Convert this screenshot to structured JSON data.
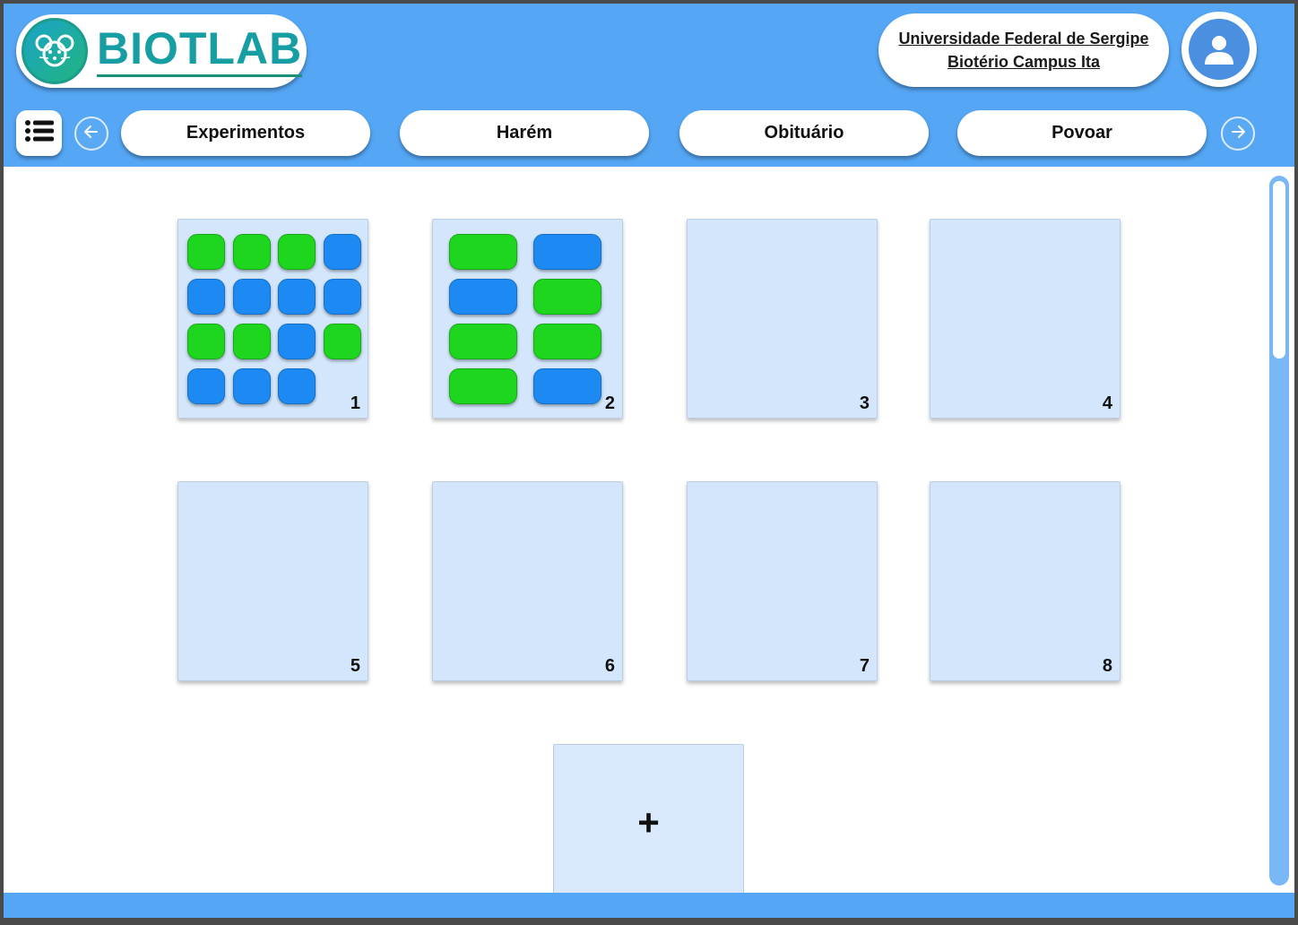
{
  "app": {
    "logo_text": "BIOTLAB",
    "accent": "#55a6f5",
    "logo_icon": "mouse-icon"
  },
  "institution": {
    "line1": "Universidade Federal de Sergipe",
    "line2": "Biotério Campus Ita"
  },
  "user": {
    "icon": "user-icon"
  },
  "nav": {
    "menu_icon": "list-icon",
    "prev_icon": "arrow-left-icon",
    "next_icon": "arrow-right-icon",
    "tabs": [
      {
        "label": "Experimentos"
      },
      {
        "label": "Harém"
      },
      {
        "label": "Obituário"
      },
      {
        "label": "Povoar"
      }
    ]
  },
  "cages": [
    {
      "number": "1",
      "cells": [
        "green",
        "green",
        "green",
        "blue",
        "blue",
        "blue",
        "blue",
        "blue",
        "green",
        "green",
        "blue",
        "green",
        "blue",
        "blue",
        "blue"
      ]
    },
    {
      "number": "2",
      "cells": [
        "green",
        "blue",
        "blue",
        "green",
        "green",
        "green",
        "green",
        "blue"
      ]
    },
    {
      "number": "3",
      "cells": []
    },
    {
      "number": "4",
      "cells": []
    },
    {
      "number": "5",
      "cells": []
    },
    {
      "number": "6",
      "cells": []
    },
    {
      "number": "7",
      "cells": []
    },
    {
      "number": "8",
      "cells": []
    }
  ],
  "add_cage": {
    "label": "+"
  },
  "colors": {
    "green": "#1ed61d",
    "blue": "#1c8af2"
  }
}
